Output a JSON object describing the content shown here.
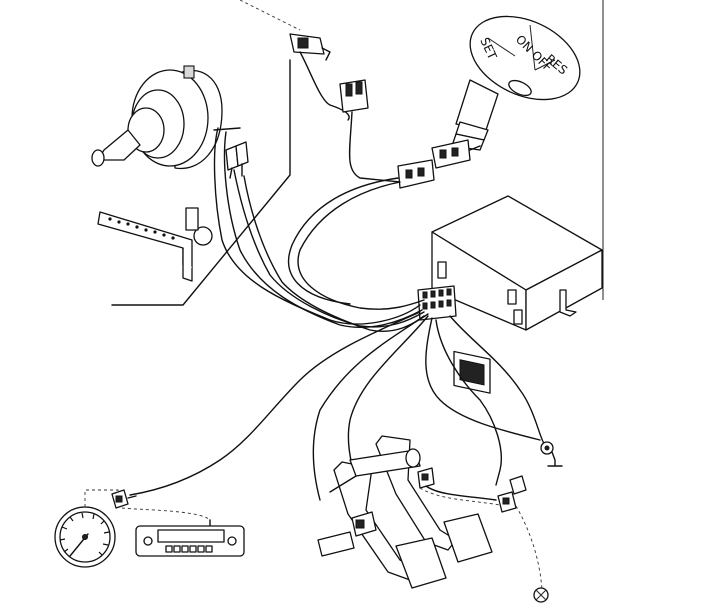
{
  "switch_labels": {
    "set": "SET",
    "on_off": "ON OFF",
    "res": "RES"
  }
}
